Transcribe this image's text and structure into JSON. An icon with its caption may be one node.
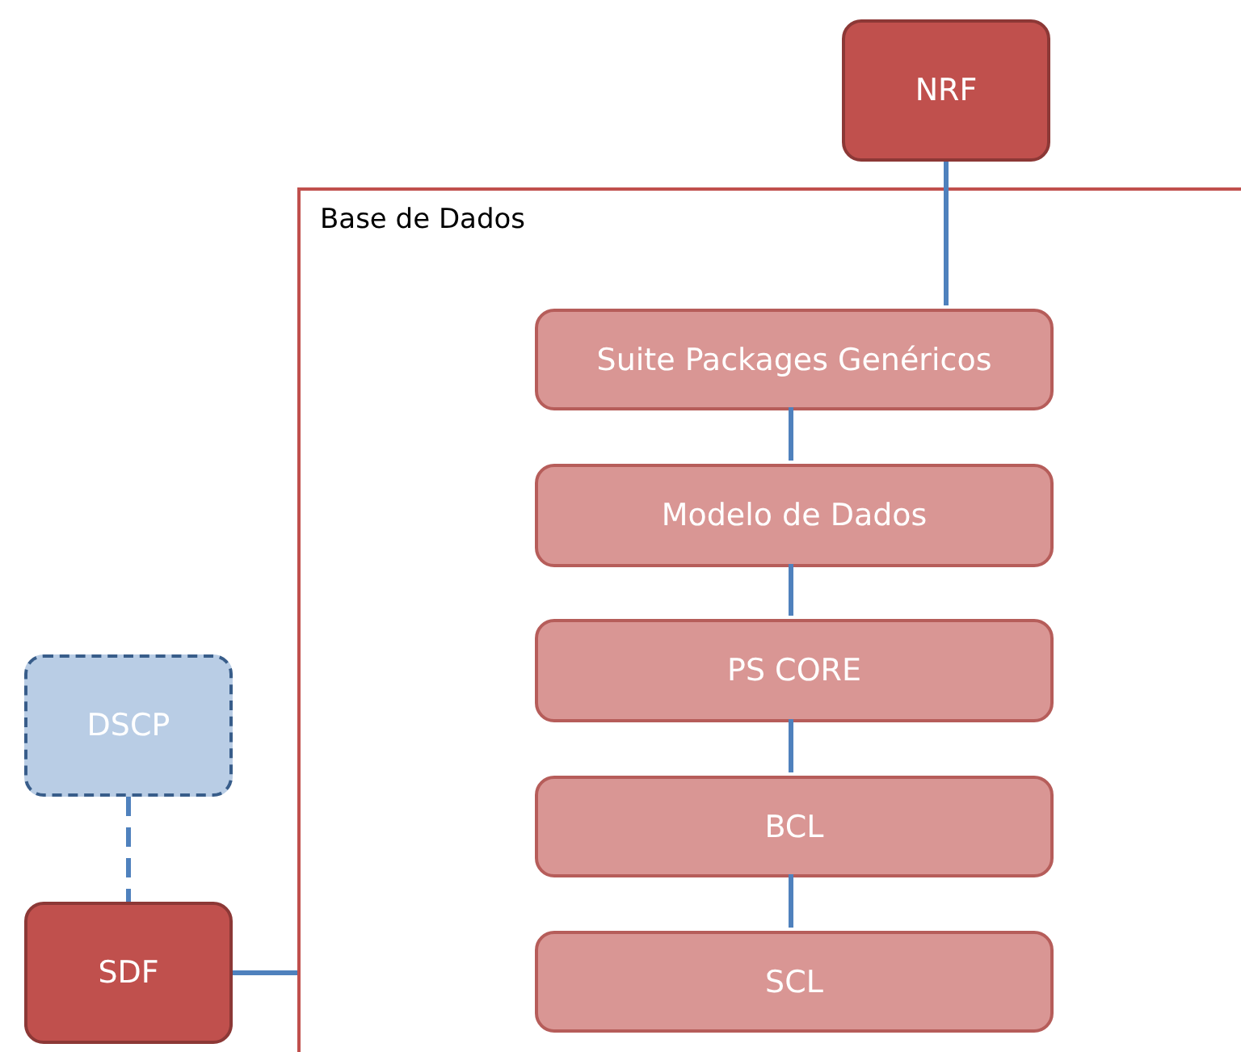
{
  "diagram": {
    "nodes": [
      {
        "text": [
          "NRF"
        ]
      },
      {
        "text": [
          "Base de Dados"
        ]
      },
      {
        "text": [
          "Suite Packages Genéricos"
        ],
        "in": 1
      },
      {
        "text": [
          "Modelo de Dados"
        ],
        "in": 1
      },
      {
        "text": [
          "PS CORE"
        ],
        "in": 1
      },
      {
        "text": [
          "BCL"
        ],
        "in": 1
      },
      {
        "text": [
          "SCL"
        ],
        "in": 1
      },
      {
        "text": [
          "DSCP"
        ]
      },
      {
        "text": [
          "SDF"
        ]
      }
    ],
    "edges": [
      {
        "from": 0,
        "to": 2,
        "arrow": "none"
      },
      {
        "from": 2,
        "to": 3,
        "arrow": "none"
      },
      {
        "from": 3,
        "to": 4,
        "arrow": "none"
      },
      {
        "from": 4,
        "to": 5,
        "arrow": "none"
      },
      {
        "from": 5,
        "to": 6,
        "arrow": "none"
      },
      {
        "from": 7,
        "to": 8,
        "arrow": "none",
        "style": "dashed"
      },
      {
        "from": 8,
        "to": 1,
        "arrow": "none"
      }
    ]
  }
}
